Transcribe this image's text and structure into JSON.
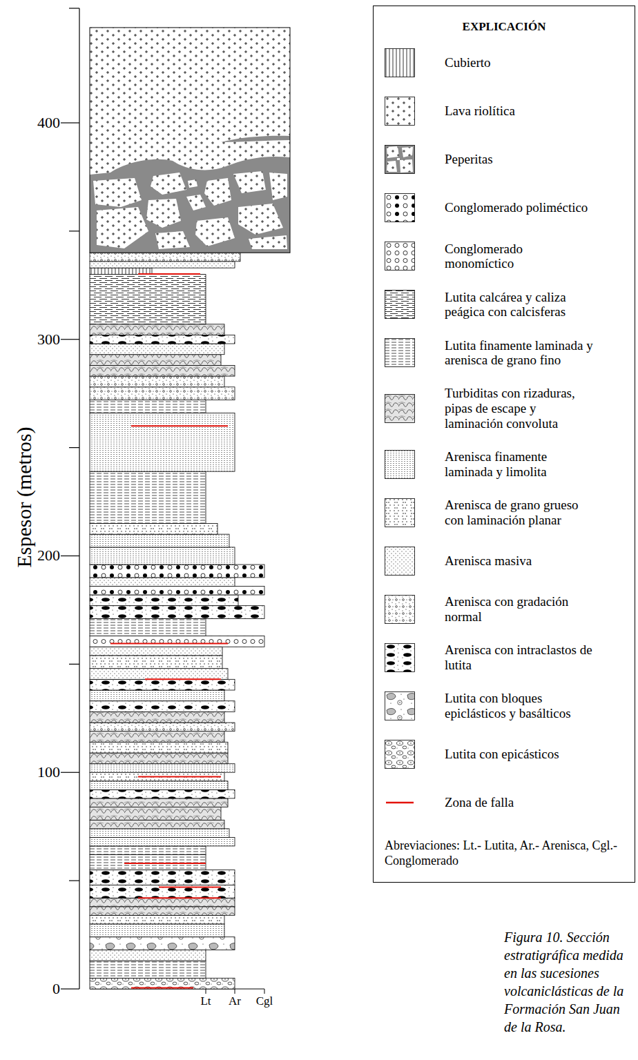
{
  "diagram": {
    "caption": "Figura 10. Sección estratigráfica medida en las sucesiones volcaniclásticas de la Formación San Juan de la Rosa.",
    "nodes": [
      {
        "text": [
          "EXPLICACIÓN",
          "Abreviaciones: Lt.- Lutita, Ar.- Arenisca, Cgl.- Conglomerado"
        ]
      }
    ],
    "labels": [
      "400",
      "300",
      "200",
      "100",
      "0",
      "Espesor (metros)",
      "Lt",
      "Ar",
      "Cgl"
    ],
    "legend": [
      {
        "text": "Cubierto"
      },
      {
        "text": "Lava riolítica"
      },
      {
        "text": "Peperitas"
      },
      {
        "text": "Conglomerado poliméctico"
      },
      {
        "text": "Conglomerado monomíctico"
      },
      {
        "text": "Lutita calcárea y caliza peágica con calcisferas"
      },
      {
        "text": "Lutita finamente laminada y arenisca de grano fino"
      },
      {
        "text": "Turbiditas con rizaduras, pipas de escape y laminación convoluta"
      },
      {
        "text": "Arenisca finamente laminada y limolita"
      },
      {
        "text": "Arenisca de grano grueso con laminación planar"
      },
      {
        "text": "Arenisca masiva"
      },
      {
        "text": "Arenisca con gradación normal"
      },
      {
        "text": "Arenisca con intraclastos de lutita"
      },
      {
        "text": "Lutita con bloques epiclásticos y basálticos"
      },
      {
        "text": "Lutita con epicásticos"
      },
      {
        "text": "Zona de falla"
      }
    ]
  }
}
